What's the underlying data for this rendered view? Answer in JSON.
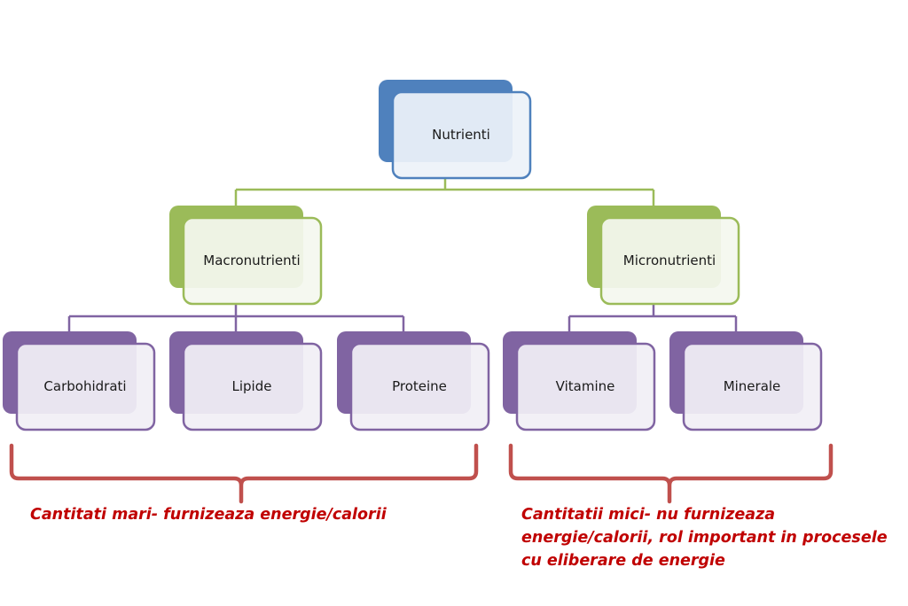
{
  "colors": {
    "level1": "#4f81bd",
    "level1_fill": "#edf2f9",
    "level2": "#9bbb59",
    "level2_fill": "#f4f7ef",
    "level3": "#8064a2",
    "level3_fill": "#f1eff5",
    "brace": "#c0504d",
    "note_text": "#c00000"
  },
  "root": {
    "label": "Nutrienti"
  },
  "groups": [
    {
      "label": "Macronutrienti",
      "children": [
        {
          "label": "Carbohidrati"
        },
        {
          "label": "Lipide"
        },
        {
          "label": "Proteine"
        }
      ],
      "note": "Cantitati mari- furnizeaza energie/calorii"
    },
    {
      "label": "Micronutrienti",
      "children": [
        {
          "label": "Vitamine"
        },
        {
          "label": "Minerale"
        }
      ],
      "note": "Cantitatii mici- nu furnizeaza energie/calorii, rol important in procesele cu eliberare de energie"
    }
  ]
}
